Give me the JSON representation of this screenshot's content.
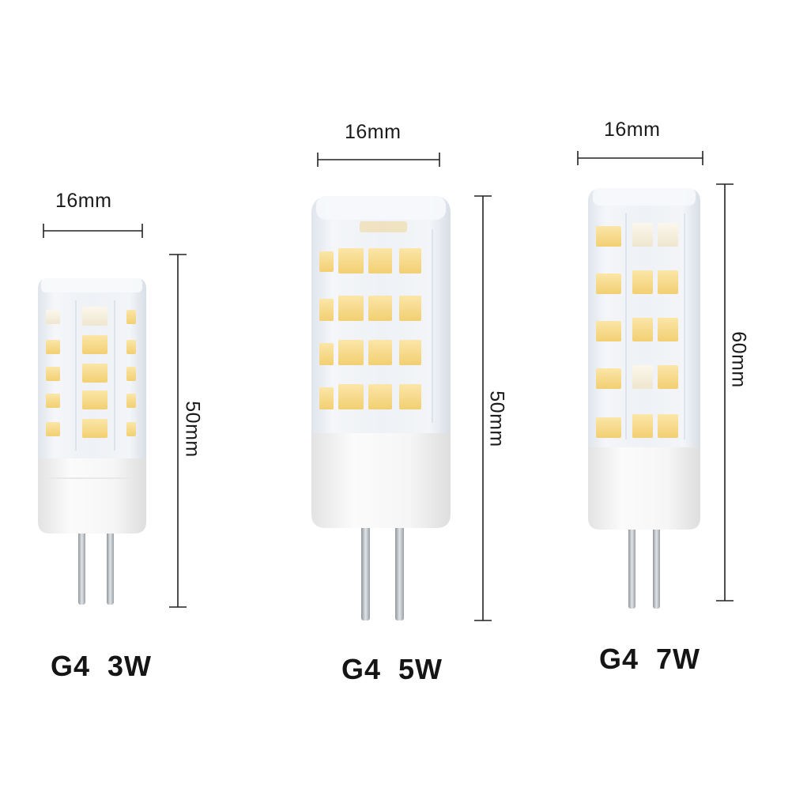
{
  "products": [
    {
      "model": "G4  3W",
      "width_label": "16mm",
      "height_label": "50mm"
    },
    {
      "model": "G4  5W",
      "width_label": "16mm",
      "height_label": "50mm"
    },
    {
      "model": "G4  7W",
      "width_label": "16mm",
      "height_label": "60mm"
    }
  ],
  "colors": {
    "background": "#ffffff",
    "led_warm": "#f7d98a",
    "led_cool": "#f5efe0",
    "housing": "#eef2f6",
    "base": "#f7f7f7",
    "pins": "#b9bec4",
    "dimension_line": "#222222"
  }
}
